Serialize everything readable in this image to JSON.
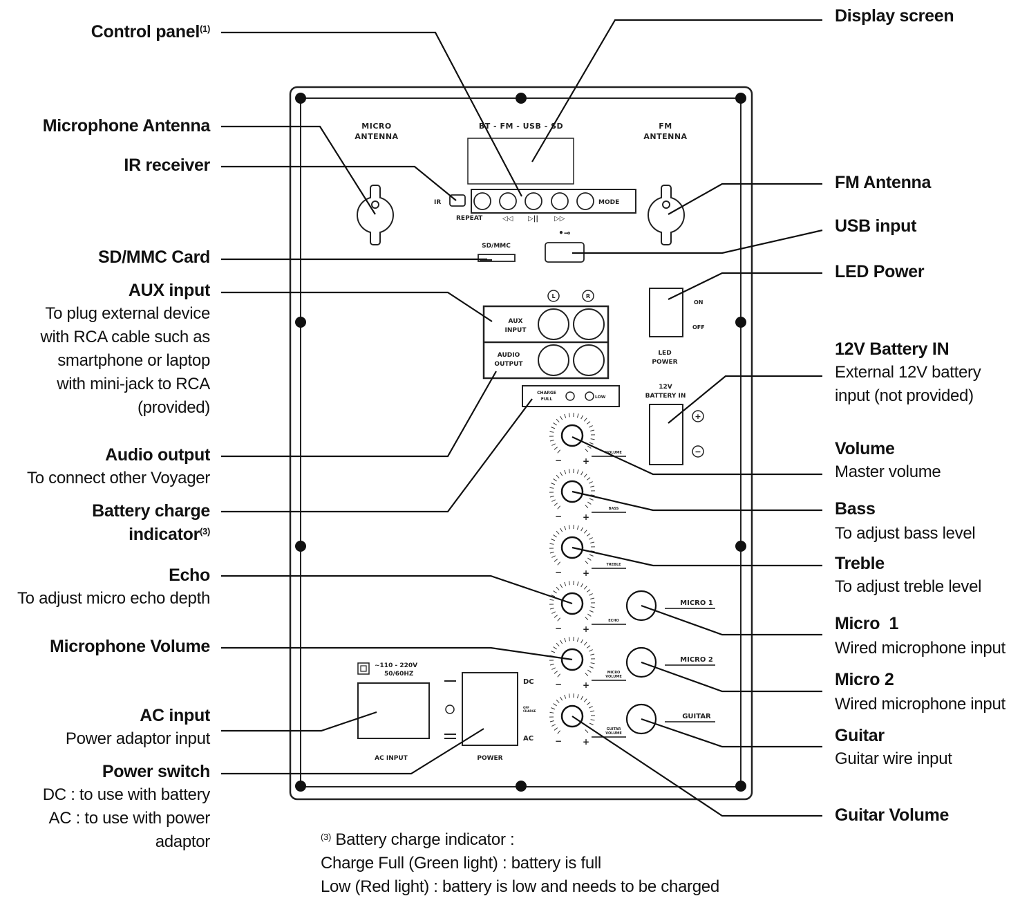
{
  "left_callouts": {
    "control_panel": {
      "title": "Control panel",
      "sup": "(1)"
    },
    "microphone_antenna": {
      "title": "Microphone Antenna"
    },
    "ir_receiver": {
      "title": "IR receiver"
    },
    "sd_mmc_card": {
      "title": "SD/MMC Card"
    },
    "aux_input": {
      "title": "AUX input",
      "desc": [
        "To plug external device",
        "with RCA cable such as",
        "smartphone or laptop",
        "with mini-jack to RCA",
        "(provided)"
      ]
    },
    "audio_output": {
      "title": "Audio output",
      "desc": [
        "To connect other Voyager"
      ]
    },
    "battery_charge": {
      "title": [
        "Battery charge",
        "indicator"
      ],
      "sup": "(3)"
    },
    "echo": {
      "title": "Echo",
      "desc": [
        "To adjust micro echo depth"
      ]
    },
    "microphone_volume": {
      "title": "Microphone Volume"
    },
    "ac_input": {
      "title": "AC input",
      "desc": [
        "Power adaptor input"
      ]
    },
    "power_switch": {
      "title": "Power switch",
      "desc": [
        "DC : to use with battery",
        "AC : to use with power",
        "adaptor"
      ]
    }
  },
  "right_callouts": {
    "display_screen": {
      "title": "Display screen"
    },
    "fm_antenna": {
      "title": "FM Antenna"
    },
    "usb_input": {
      "title": "USB input"
    },
    "led_power": {
      "title": "LED Power"
    },
    "battery_in": {
      "title": "12V Battery IN",
      "desc": [
        "External 12V battery",
        "input (not provided)"
      ]
    },
    "volume": {
      "title": "Volume",
      "desc": [
        "Master volume"
      ]
    },
    "bass": {
      "title": "Bass",
      "desc": [
        "To adjust bass level"
      ]
    },
    "treble": {
      "title": "Treble",
      "desc": [
        "To adjust treble level"
      ]
    },
    "micro1": {
      "title": "Micro  1",
      "desc": [
        "Wired microphone input"
      ]
    },
    "micro2": {
      "title": "Micro 2",
      "desc": [
        "Wired microphone input"
      ]
    },
    "guitar": {
      "title": "Guitar",
      "desc": [
        "Guitar wire input"
      ]
    },
    "guitar_volume": {
      "title": "Guitar Volume"
    }
  },
  "footnote": {
    "sup": "(3)",
    "lines": [
      "Battery charge indicator :",
      "Charge Full (Green light) : battery is full",
      "Low (Red light) : battery is low and needs to be charged"
    ]
  },
  "panel": {
    "micro_antenna": [
      "MICRO",
      "ANTENNA"
    ],
    "fm_antenna": [
      "FM",
      "ANTENNA"
    ],
    "source_modes": "BT - FM - USB - SD",
    "ir": "IR",
    "mode": "MODE",
    "repeat": "REPEAT",
    "prev_symbol": "◁◁",
    "playpause_symbol": "▷||",
    "next_symbol": "▷▷",
    "sd_mmc": "SD/MMC",
    "usb_symbol": "•⊸",
    "left_channel": "L",
    "right_channel": "R",
    "aux_input": [
      "AUX",
      "INPUT"
    ],
    "audio_output": [
      "AUDIO",
      "OUTPUT"
    ],
    "charge_full": [
      "CHARGE",
      "FULL"
    ],
    "low": "LOW",
    "on": "ON",
    "off": "OFF",
    "led_power": [
      "LED",
      "POWER"
    ],
    "battery_in": [
      "12V",
      "BATTERY IN"
    ],
    "plus": "+",
    "minus": "−",
    "knobs": [
      "VOLUME",
      "BASS",
      "TREBLE",
      "ECHO",
      "MICRO VOLUME",
      "GUITAR VOLUME"
    ],
    "jacks": [
      "MICRO 1",
      "MICRO 2",
      "GUITAR"
    ],
    "ac_rating": [
      "~110 - 220V",
      "50/60HZ"
    ],
    "ac_input": "AC INPUT",
    "power": "POWER",
    "dc": "DC",
    "ac": "AC",
    "off_charge": [
      "OFF",
      "CHARGE"
    ]
  }
}
